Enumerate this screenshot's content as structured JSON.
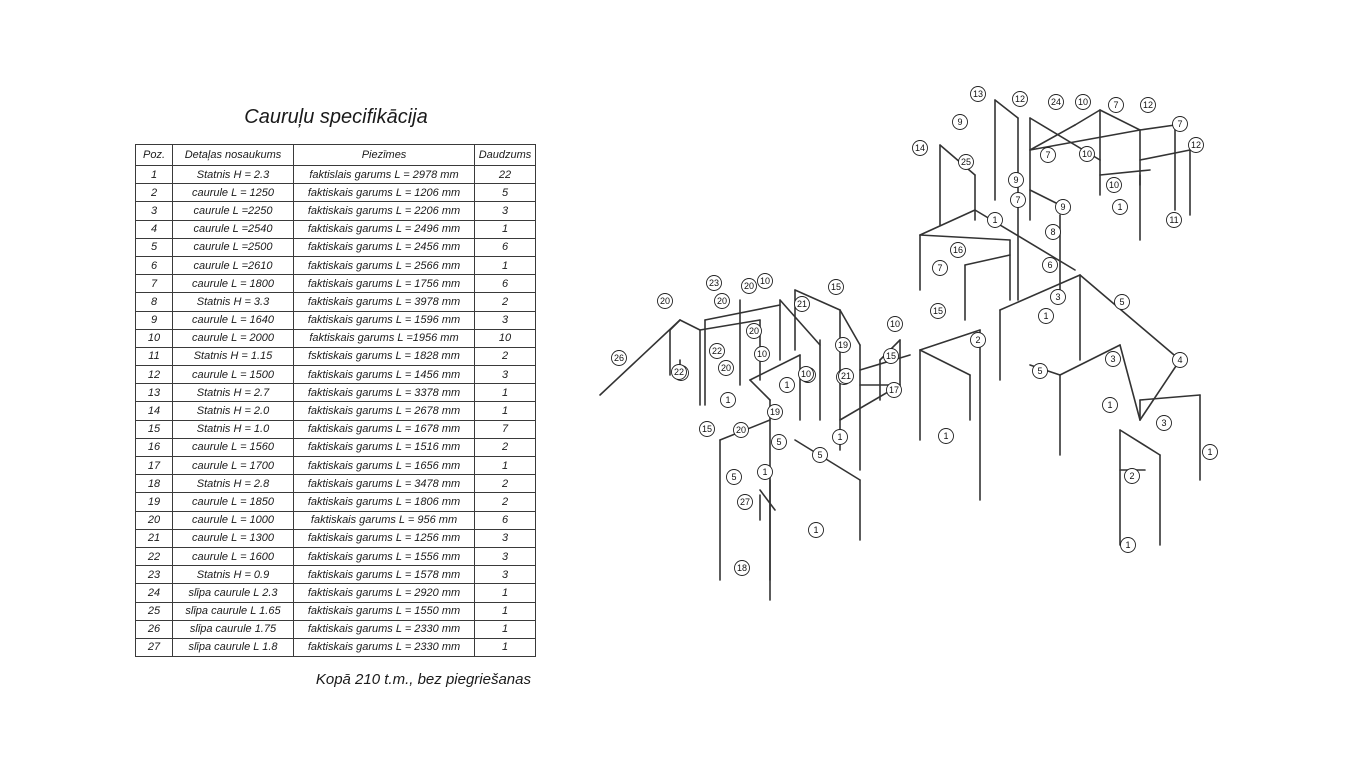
{
  "title": "Cauruļu specifikācija",
  "table": {
    "headers": [
      "Poz.",
      "Detaļas nosaukums",
      "Piezīmes",
      "Daudzums"
    ],
    "rows": [
      [
        "1",
        "Statnis H = 2.3",
        "faktislais garums L = 2978 mm",
        "22"
      ],
      [
        "2",
        "caurule L = 1250",
        "faktiskais garums L = 1206 mm",
        "5"
      ],
      [
        "3",
        "caurule L =2250",
        "faktiskais garums L = 2206 mm",
        "3"
      ],
      [
        "4",
        "caurule L =2540",
        "faktiskais garums L = 2496 mm",
        "1"
      ],
      [
        "5",
        "caurule L =2500",
        "faktiskais garums L = 2456 mm",
        "6"
      ],
      [
        "6",
        "caurule L =2610",
        "faktiskais garums  L = 2566 mm",
        "1"
      ],
      [
        "7",
        "caurule L = 1800",
        "faktiskais garums L = 1756 mm",
        "6"
      ],
      [
        "8",
        "Statnis H = 3.3",
        "faktiskais garums L = 3978 mm",
        "2"
      ],
      [
        "9",
        "caurule L = 1640",
        "faktiskais garums L = 1596 mm",
        "3"
      ],
      [
        "10",
        "caurule L = 2000",
        "faktiskais garums L =1956 mm",
        "10"
      ],
      [
        "11",
        "Statnis H = 1.15",
        "fsktiskais garums L = 1828 mm",
        "2"
      ],
      [
        "12",
        "caurule L = 1500",
        "faktiskais garums L = 1456 mm",
        "3"
      ],
      [
        "13",
        "Statnis H = 2.7",
        "faktiskais garums L = 3378 mm",
        "1"
      ],
      [
        "14",
        "Statnis H = 2.0",
        "faktiskais garums L = 2678 mm",
        "1"
      ],
      [
        "15",
        "Statnis H = 1.0",
        "faktiskais garums L = 1678 mm",
        "7"
      ],
      [
        "16",
        "caurule L = 1560",
        "faktiskais garums L = 1516 mm",
        "2"
      ],
      [
        "17",
        "caurule L = 1700",
        "faktiskais garums L = 1656 mm",
        "1"
      ],
      [
        "18",
        "Statnis H = 2.8",
        "faktiskais garums L = 3478 mm",
        "2"
      ],
      [
        "19",
        "caurule L = 1850",
        "faktiskais garums L = 1806 mm",
        "2"
      ],
      [
        "20",
        "caurule L = 1000",
        "faktiskais garums L = 956 mm",
        "6"
      ],
      [
        "21",
        "caurule L = 1300",
        "faktiskais garums L = 1256 mm",
        "3"
      ],
      [
        "22",
        "caurule L = 1600",
        "faktiskais garums L = 1556 mm",
        "3"
      ],
      [
        "23",
        "Statnis H = 0.9",
        "faktiskais garums L = 1578 mm",
        "3"
      ],
      [
        "24",
        "slīpa caurule L 2.3",
        "faktiskais garums L = 2920 mm",
        "1"
      ],
      [
        "25",
        "slīpa caurule L 1.65",
        "faktiskais garums L = 1550 mm",
        "1"
      ],
      [
        "26",
        "slīpa caurule 1.75",
        "faktiskais garums L = 2330 mm",
        "1"
      ],
      [
        "27",
        "slīpa caurule L 1.8",
        "faktiskais garums L = 2330 mm",
        "1"
      ]
    ]
  },
  "total": "Kopā 210 t.m., bez piegriešanas",
  "diagram": {
    "callouts": [
      "13",
      "12",
      "24",
      "10",
      "7",
      "12",
      "7",
      "12",
      "9",
      "14",
      "25",
      "7",
      "10",
      "9",
      "7",
      "10",
      "9",
      "1",
      "11",
      "8",
      "1",
      "16",
      "6",
      "7",
      "15",
      "3",
      "5",
      "1",
      "2",
      "5",
      "3",
      "4",
      "23",
      "20",
      "10",
      "20",
      "15",
      "20",
      "22",
      "21",
      "10",
      "20",
      "22",
      "10",
      "21",
      "26",
      "19",
      "22",
      "20",
      "10",
      "21",
      "15",
      "17",
      "1",
      "10",
      "19",
      "1",
      "5",
      "15",
      "20",
      "1",
      "1",
      "5",
      "5",
      "1",
      "3",
      "1",
      "2",
      "1",
      "27",
      "1",
      "18",
      "1"
    ],
    "pipe_color": "#333333"
  }
}
